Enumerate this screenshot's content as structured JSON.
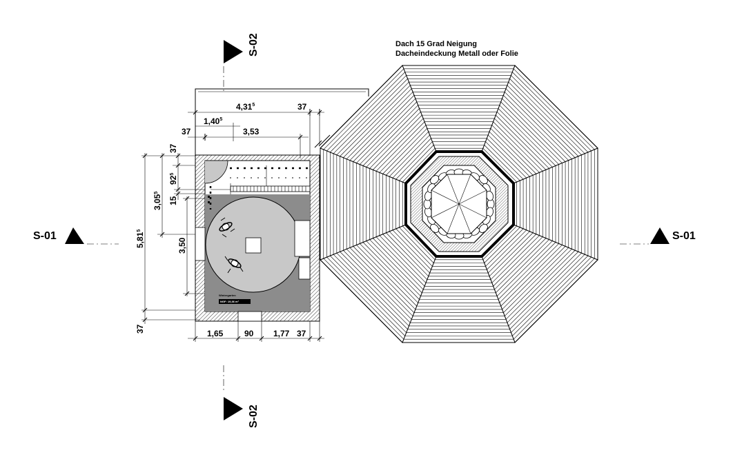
{
  "section_marks": {
    "s02_top": "S-02",
    "s02_bottom": "S-02",
    "s01_left": "S-01",
    "s01_right": "S-01"
  },
  "roof_notes": {
    "line1": "Dach 15 Grad Neigung",
    "line2": "Dacheindeckung Metall oder Folie"
  },
  "top_dimensions": {
    "d_431": "4,31",
    "d_431_sup": "5",
    "d_37_right": "37",
    "d_1405": "1,40",
    "d_1405_sup": "5",
    "d_37_left": "37",
    "d_353": "3,53"
  },
  "left_dimensions": {
    "d_37_top": "37",
    "d_925": "92",
    "d_925_sup": "5",
    "d_3055": "3,05",
    "d_3055_sup": "5",
    "d_15": "15",
    "d_5815": "5,81",
    "d_5815_sup": "5",
    "d_350": "3,50",
    "d_37_bottom": "37"
  },
  "bottom_dimensions": {
    "d_165": "1,65",
    "d_90": "90",
    "d_177": "1,77",
    "d_37": "37"
  },
  "room_label": {
    "name": "Wintergarten",
    "area": "NGF: 19,36 m²"
  },
  "colors": {
    "line": "#000000",
    "floor_dark": "#8c8c8c",
    "floor_light": "#c8c8c8",
    "wall_hatch": "#000000"
  }
}
